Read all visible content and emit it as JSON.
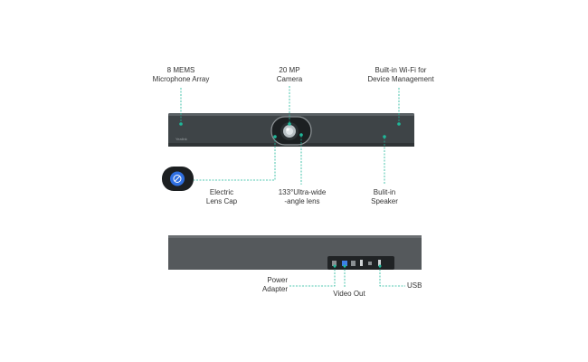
{
  "colors": {
    "accent": "#1fb89a",
    "device_body": "#3e4447",
    "device_back": "#55595c",
    "lens_cap_blue": "#2f6fe0"
  },
  "device": {
    "brand": "Yealink"
  },
  "labels": {
    "mems": "8 MEMS\nMicrophone Array",
    "camera": "20 MP\nCamera",
    "wifi": "Built-in Wi-Fi for\nDevice Management",
    "lens_cap": "Electric\nLens Cap",
    "lens": "133°Ultra-wide\n-angle lens",
    "speaker": "Bulit-in\nSpeaker",
    "power": "Power\nAdapter",
    "video_out": "Video Out",
    "usb": "USB"
  },
  "icons": {
    "lens_cap_icon": "no-camera-icon"
  }
}
